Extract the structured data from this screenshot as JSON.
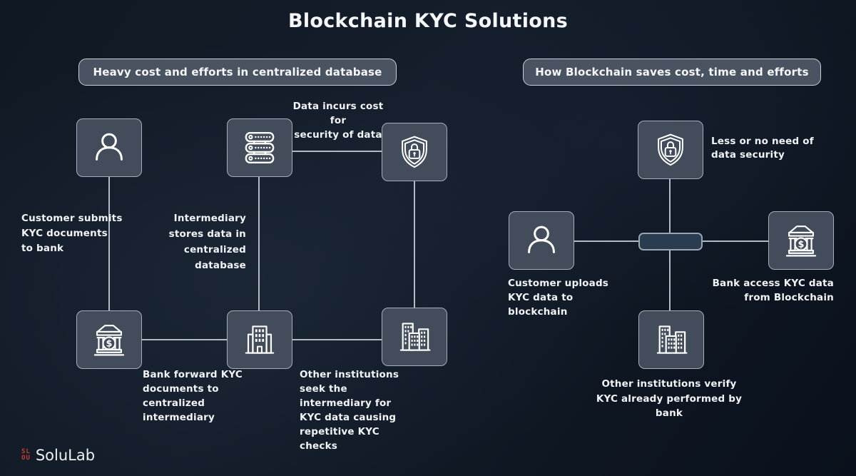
{
  "title": "Blockchain KYC Solutions",
  "left_panel": {
    "header": "Heavy cost and efforts in centralized database",
    "labels": {
      "data_cost": "Data incurs cost for\nsecurity of data",
      "customer": "Customer submits\nKYC documents\nto bank",
      "intermediary": "Intermediary\nstores data in\ncentralized\ndatabase",
      "bank_forward": "Bank forward KYC\ndocuments to\ncentralized\nintermediary",
      "other_institutions": "Other institutions\nseek the\nintermediary for\nKYC data causing\nrepetitive KYC\nchecks"
    },
    "nodes": [
      {
        "id": "customer",
        "icon": "person-icon"
      },
      {
        "id": "central-server",
        "icon": "server-stack-icon"
      },
      {
        "id": "data-security",
        "icon": "shield-lock-icon"
      },
      {
        "id": "bank",
        "icon": "bank-icon"
      },
      {
        "id": "intermediary",
        "icon": "office-building-icon"
      },
      {
        "id": "other-institutions",
        "icon": "city-buildings-icon"
      }
    ]
  },
  "right_panel": {
    "header": "How Blockchain saves cost, time and efforts",
    "labels": {
      "less_need": "Less or no need of\ndata security",
      "customer_uploads": "Customer uploads\nKYC data to\nblockchain",
      "bank_access": "Bank access KYC data\nfrom Blockchain",
      "other_verify": "Other institutions verify\nKYC already performed by\nbank"
    },
    "nodes": [
      {
        "id": "data-security",
        "icon": "shield-lock-icon"
      },
      {
        "id": "customer",
        "icon": "person-icon"
      },
      {
        "id": "blockchain-hub",
        "icon": "blockchain-block"
      },
      {
        "id": "bank",
        "icon": "bank-icon"
      },
      {
        "id": "other-institutions",
        "icon": "city-buildings-icon"
      }
    ]
  },
  "logo": {
    "mark_top": "SL",
    "mark_bottom": "OU",
    "text": "SoluLab"
  },
  "colors": {
    "background_dark": "#0a111c",
    "background_mid": "#141d2a",
    "node_fill": "#424c5a",
    "node_border": "#a6aeb9",
    "hub_fill": "#2b3b50",
    "pill_fill": "#4a5362",
    "connector": "#b3bac3",
    "text": "#f2f4f7",
    "logo_red": "#cc3a30"
  }
}
